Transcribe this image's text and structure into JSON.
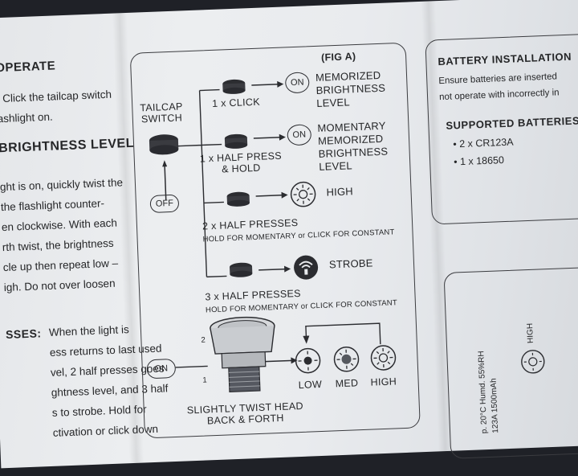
{
  "left_panel": {
    "heading_operate": "OPERATE",
    "operate_lines": ": Click the tailcap switch\nashlight on.",
    "heading_brightness": "BRIGHTNESS LEVEL",
    "brightness_lines": "ght is on, quickly twist the\nthe flashlight counter-\nen clockwise. With each\nrth twist, the brightness\ncle up then repeat low –\nigh. Do not over loosen",
    "heading_presses": "SSES:",
    "presses_lines": "When the light is\ness returns to last used\nvel, 2 half presses goes\nghtness level, and 3 half\ns to strobe. Hold for\nctivation or click down"
  },
  "figure": {
    "fig_label": "(FIG A)",
    "tailcap_label": "TAILCAP\nSWITCH",
    "off_label": "OFF",
    "on_label": "ON",
    "rows": [
      {
        "action": "1 x CLICK",
        "result_badge": "ON",
        "result": "MEMORIZED\nBRIGHTNESS\nLEVEL"
      },
      {
        "action": "1 x HALF PRESS\n& HOLD",
        "result_badge": "ON",
        "result": "MOMENTARY\nMEMORIZED\nBRIGHTNESS\nLEVEL"
      },
      {
        "action": "2 x HALF PRESSES",
        "note": "HOLD FOR MOMENTARY or CLICK FOR CONSTANT",
        "result": "HIGH"
      },
      {
        "action": "3 x HALF PRESSES",
        "note": "HOLD FOR MOMENTARY or CLICK FOR CONSTANT",
        "result": "STROBE"
      }
    ],
    "twist": {
      "on_label": "ON",
      "levels": [
        "LOW",
        "MED",
        "HIGH"
      ],
      "caption": "SLIGHTLY TWIST HEAD\nBACK & FORTH",
      "marker_1": "1",
      "marker_2": "2"
    }
  },
  "right_panel": {
    "heading_battery": "BATTERY INSTALLATION",
    "battery_lines": "Ensure batteries are inserted\nnot operate with incorrectly in",
    "heading_supported": "SUPPORTED BATTERIES",
    "batteries": [
      "• 2 x CR123A",
      "• 1 x 18650"
    ],
    "spec_lines": [
      "p. 20°C  Humd.  55%RH",
      "123A 1500mAh"
    ],
    "spec_high": "HIGH"
  },
  "colors": {
    "ink": "#252628",
    "paper": "#e8eaed",
    "background": "#1f2127"
  }
}
